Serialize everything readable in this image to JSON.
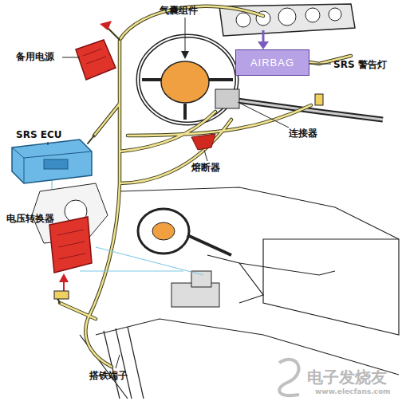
{
  "diagram": {
    "nodes": [
      {
        "text": [
          "AIRBAG"
        ]
      }
    ],
    "labels": [
      "备用电源",
      "气囊组件",
      "SRS 警告灯",
      "SRS ECU",
      "连接器",
      "熔断器",
      "电压转换器",
      "搭铁端子",
      "电子发烧友",
      "www.elecfans.com"
    ]
  }
}
